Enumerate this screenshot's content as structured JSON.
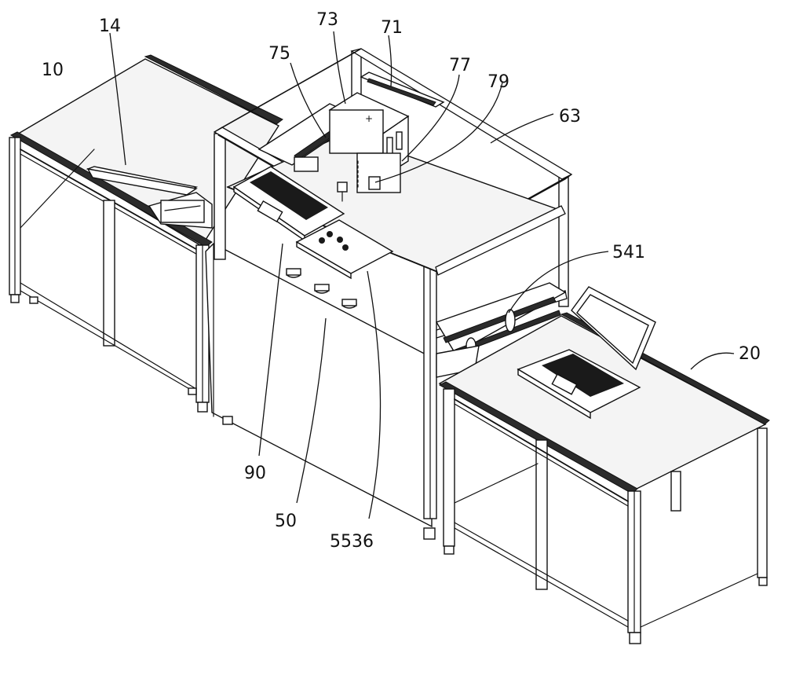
{
  "labels": {
    "l10": "10",
    "l14": "14",
    "l75": "75",
    "l73": "73",
    "l71": "71",
    "l77": "77",
    "l79": "79",
    "l63": "63",
    "l541": "541",
    "l20": "20",
    "l90": "90",
    "l50": "50",
    "l5536": "5536"
  }
}
